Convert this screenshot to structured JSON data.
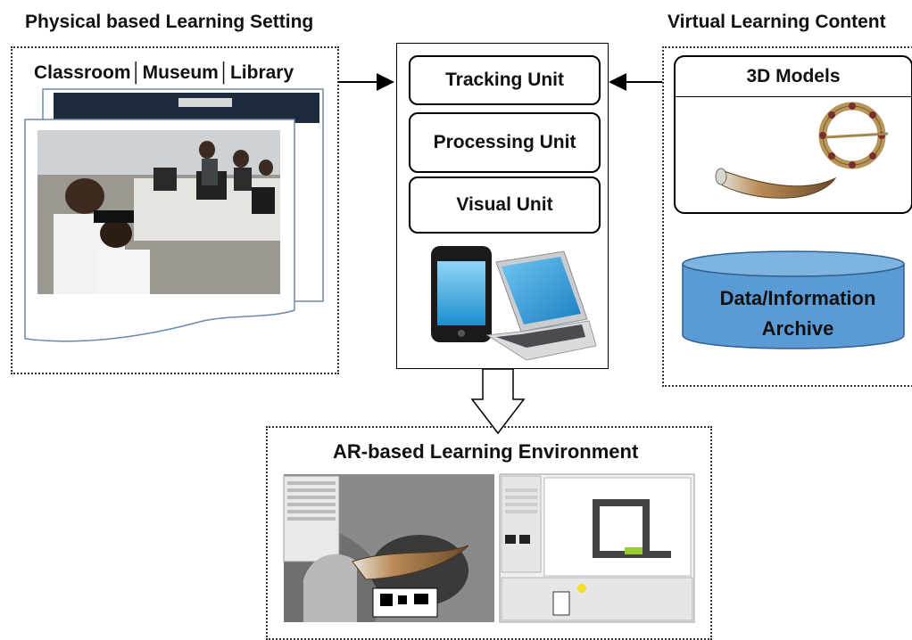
{
  "headings": {
    "physical": "Physical based Learning Setting",
    "virtual": "Virtual Learning Content",
    "ar_env": "AR-based Learning Environment"
  },
  "physical_setting": {
    "places": "Classroom│Museum│Library"
  },
  "units": [
    "Tracking Unit",
    "Processing Unit",
    "Visual Unit"
  ],
  "virtual_content": {
    "models_title": "3D Models",
    "archive_line1": "Data/Information",
    "archive_line2": "Archive"
  },
  "colors": {
    "archive_fill": "#5b9bd5",
    "archive_top": "#7fb3e0",
    "horn": "#c9a36b",
    "phone_screen": "#2aa6e8"
  }
}
